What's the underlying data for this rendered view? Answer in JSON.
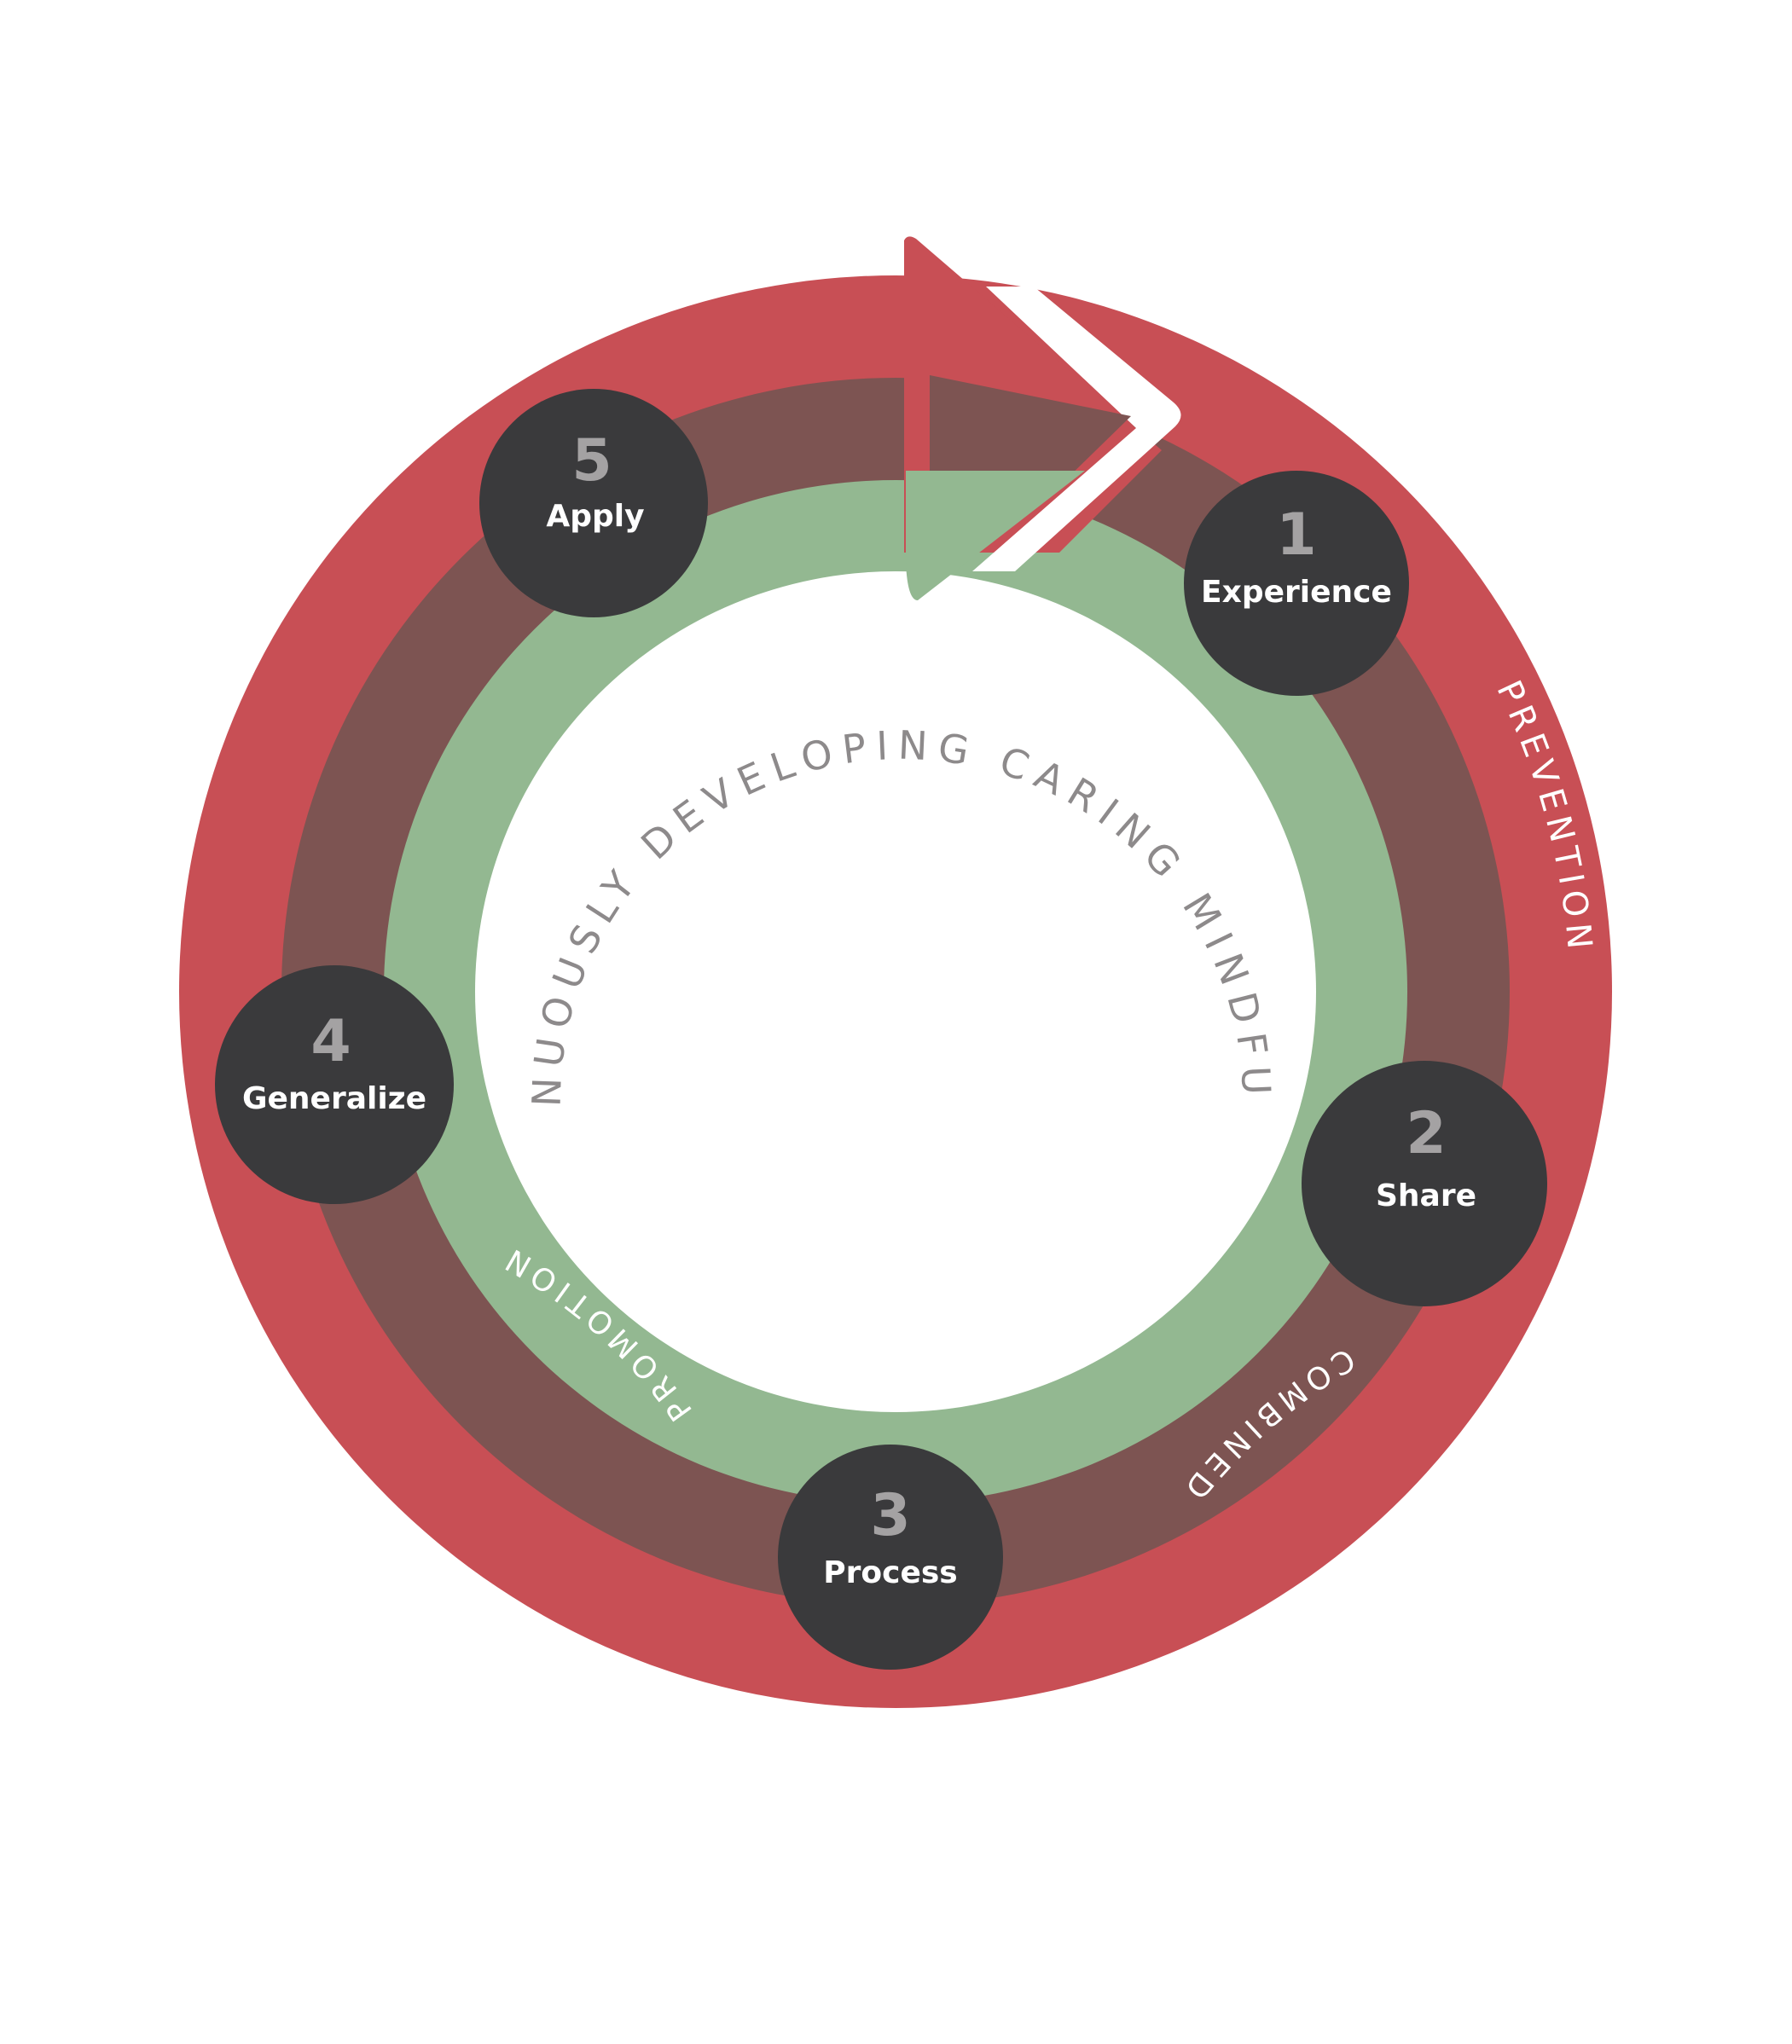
{
  "colors": {
    "outer_ring": "#c84f55",
    "middle_ring": "#7d5452",
    "inner_ring": "#93b891",
    "center": "#ffffff",
    "step_circle": "#3a3a3c",
    "step_number": "#a4a2a3",
    "step_label": "#ffffff",
    "center_text": "#8d8a8b",
    "ring_label": "#ffffff"
  },
  "center_text": "CONTINUOUSLY DEVELOPING CARING MINDFULNESS",
  "rings": {
    "outer_label": "PREVENTION",
    "middle_label": "COMBINED",
    "inner_label": "PROMOTION"
  },
  "steps": [
    {
      "number": "1",
      "label": "Experience"
    },
    {
      "number": "2",
      "label": "Share"
    },
    {
      "number": "3",
      "label": "Process"
    },
    {
      "number": "4",
      "label": "Generalize"
    },
    {
      "number": "5",
      "label": "Apply"
    }
  ]
}
